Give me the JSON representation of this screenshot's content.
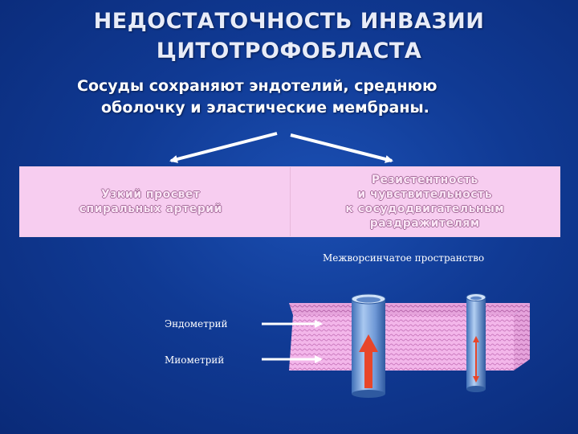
{
  "title": {
    "line1": "НЕДОСТАТОЧНОСТЬ  ИНВАЗИИ",
    "line2": "ЦИТОТРОФОБЛАСТА"
  },
  "subtitle": {
    "line1": "Сосуды сохраняют эндотелий, среднюю",
    "line2": "оболочку и эластические мембраны."
  },
  "boxes": {
    "left": [
      "Узкий просвет",
      "спиральных артерий"
    ],
    "right": [
      "Резистентность",
      "и чувствительность",
      "к сосудодвигательным",
      "раздражителям"
    ]
  },
  "diagram": {
    "intervillous_label": "Межворсинчатое пространство",
    "endometrium_label": "Эндометрий",
    "myometrium_label": "Миометрий"
  },
  "colors": {
    "background": "#103a94",
    "box_fill": "#f7cdf0",
    "tissue_pink": "#f3b6ea",
    "vessel_blue": "#7fa8df",
    "flow_arrow": "#e8462a"
  },
  "icons": {
    "arrow_left": "arrow-down-left-icon",
    "arrow_right": "arrow-down-right-icon",
    "flow_up": "arrow-up-icon",
    "flow_bidirectional": "arrow-updown-icon"
  }
}
